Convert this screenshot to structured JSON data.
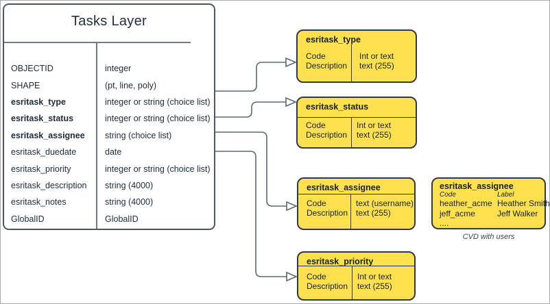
{
  "diagram": {
    "kind": "feature-class schema with choice-list domains",
    "colors": {
      "domain_fill": "#ffe14f",
      "domain_border": "#2e3947",
      "connector": "#5d6875",
      "table_border": "#4b5563"
    }
  },
  "tasks_layer": {
    "title": "Tasks Layer",
    "fields": [
      {
        "name": "OBJECTID",
        "type": "integer",
        "bold": false
      },
      {
        "name": "SHAPE",
        "type": "(pt, line, poly)",
        "bold": false
      },
      {
        "name": "esritask_type",
        "type": "integer or string (choice list)",
        "bold": true
      },
      {
        "name": "esritask_status",
        "type": "integer or string (choice list)",
        "bold": true
      },
      {
        "name": "esritask_assignee",
        "type": "string (choice list)",
        "bold": true
      },
      {
        "name": "esritask_duedate",
        "type": "date",
        "bold": false
      },
      {
        "name": "esritask_priority",
        "type": "integer or string (choice list)",
        "bold": false
      },
      {
        "name": "esritask_description",
        "type": "string (4000)",
        "bold": false
      },
      {
        "name": "esritask_notes",
        "type": "string (4000)",
        "bold": false
      },
      {
        "name": "GlobalID",
        "type": "GlobalID",
        "bold": false
      }
    ]
  },
  "domains": [
    {
      "title": "esritask_type",
      "left": [
        "Code",
        "Description"
      ],
      "right": [
        "Int or text",
        "text (255)"
      ]
    },
    {
      "title": "esritask_status",
      "left": [
        "Code",
        "Description"
      ],
      "right": [
        "Int or text",
        "text (255)"
      ]
    },
    {
      "title": "esritask_assignee",
      "left": [
        "Code",
        "Description"
      ],
      "right": [
        "text (username)",
        "text (255)"
      ]
    },
    {
      "title": "esritask_priority",
      "left": [
        "Code",
        "Description"
      ],
      "right": [
        "Int or text",
        "text (255)"
      ]
    }
  ],
  "cvd_box": {
    "title": "esritask_assignee",
    "col_headers": [
      "Code",
      "Label"
    ],
    "rows": [
      [
        "heather_acme",
        "Heather Smith"
      ],
      [
        "jeff_acme",
        "Jeff Walker"
      ],
      [
        "....",
        ""
      ]
    ],
    "caption": "CVD with users"
  }
}
